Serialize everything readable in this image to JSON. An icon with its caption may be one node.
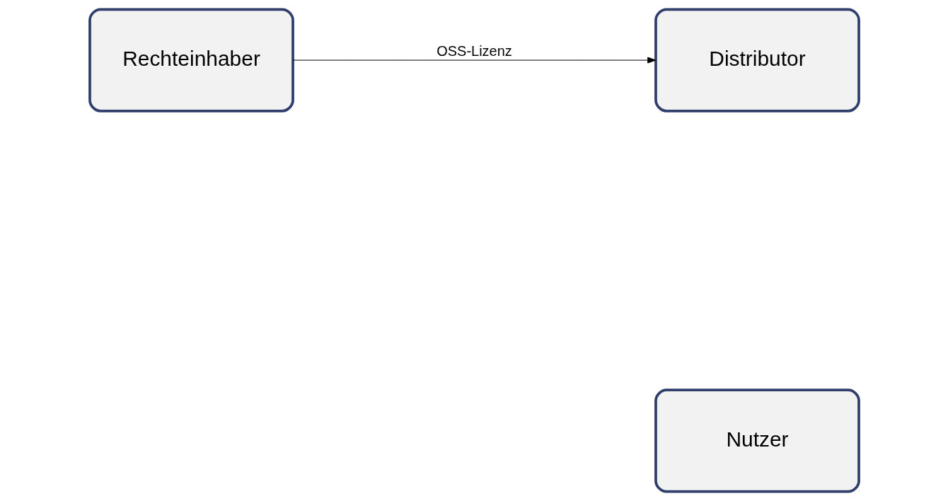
{
  "diagram": {
    "nodes": [
      {
        "text": [
          "Rechteinhaber"
        ]
      },
      {
        "text": [
          "Distributor"
        ]
      },
      {
        "text": [
          "Nutzer"
        ]
      }
    ],
    "edges": [
      {
        "from": 0,
        "to": 1,
        "arrow": "to",
        "label": "OSS-Lizenz"
      }
    ]
  }
}
